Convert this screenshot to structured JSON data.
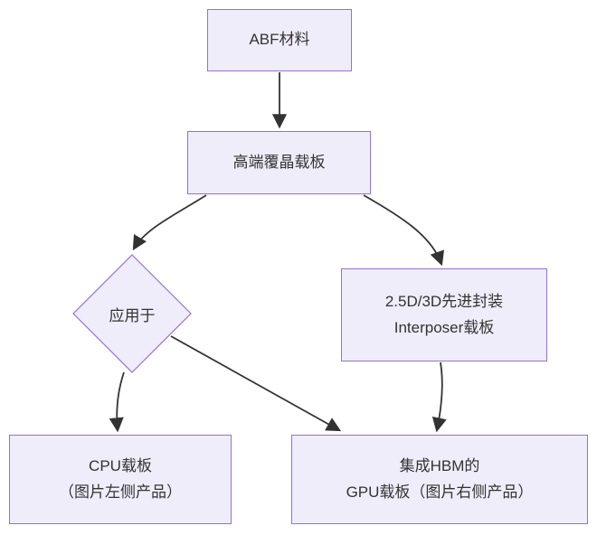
{
  "diagram": {
    "type": "flowchart",
    "background": "#ffffff",
    "colors": {
      "node_fill": "#f0edfa",
      "node_border": "#9370db",
      "edge": "#333333",
      "text": "#333333"
    },
    "nodes": {
      "abf": {
        "label": "ABF材料",
        "shape": "rect"
      },
      "flipchip": {
        "label": "高端覆晶载板",
        "shape": "rect"
      },
      "decision": {
        "label": "应用于",
        "shape": "diamond"
      },
      "interposer": {
        "label": "2.5D/3D先进封装\nInterposer载板",
        "shape": "rect"
      },
      "cpu": {
        "label": "CPU载板\n（图片左侧产品）",
        "shape": "rect"
      },
      "gpu": {
        "label": "集成HBM的\nGPU载板（图片右侧产品）",
        "shape": "rect"
      }
    },
    "edges": [
      {
        "from": "ABF材料",
        "to": "高端覆晶载板"
      },
      {
        "from": "高端覆晶载板",
        "to": "应用于"
      },
      {
        "from": "高端覆晶载板",
        "to": "2.5D/3D先进封装 Interposer载板"
      },
      {
        "from": "应用于",
        "to": "CPU载板（图片左侧产品）"
      },
      {
        "from": "应用于",
        "to": "集成HBM的GPU载板（图片右侧产品）"
      },
      {
        "from": "2.5D/3D先进封装 Interposer载板",
        "to": "集成HBM的GPU载板（图片右侧产品）"
      }
    ]
  }
}
